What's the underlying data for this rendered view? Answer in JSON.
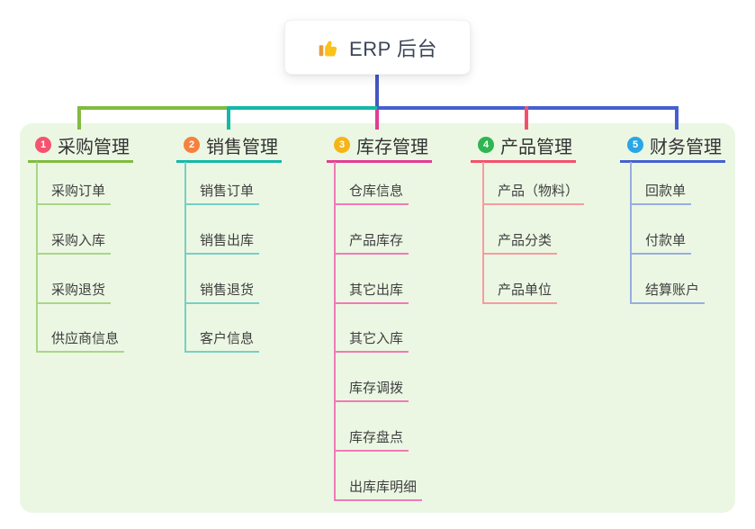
{
  "root": {
    "label": "ERP 后台",
    "icon": "thumbs-up"
  },
  "colors": {
    "canvas_bg": "#ffffff",
    "panel_bg": "#ebf7e3",
    "root_trunk": "#4356c4",
    "root_text": "#3b4558",
    "header_text": "#333333",
    "child_text": "#3f3f3f",
    "thumb_hand": "#fcc21b",
    "thumb_cuff": "#e89c3c"
  },
  "branches": [
    {
      "number": "1",
      "label": "采购管理",
      "badge_color": "#f5536e",
      "line_color": "#82bb40",
      "child_line_color": "#a9d687",
      "children": [
        "采购订单",
        "采购入库",
        "采购退货",
        "供应商信息"
      ]
    },
    {
      "number": "2",
      "label": "销售管理",
      "badge_color": "#f6813f",
      "line_color": "#14b8a8",
      "child_line_color": "#76d0c5",
      "children": [
        "销售订单",
        "销售出库",
        "销售退货",
        "客户信息"
      ]
    },
    {
      "number": "3",
      "label": "库存管理",
      "badge_color": "#f6b517",
      "line_color": "#e23d92",
      "child_line_color": "#f07ab7",
      "children": [
        "仓库信息",
        "产品库存",
        "其它出库",
        "其它入库",
        "库存调拨",
        "库存盘点",
        "出库库明细"
      ]
    },
    {
      "number": "4",
      "label": "产品管理",
      "badge_color": "#2fb551",
      "line_color": "#f4506b",
      "child_line_color": "#f89ba0",
      "children": [
        "产品（物料）",
        "产品分类",
        "产品单位"
      ]
    },
    {
      "number": "5",
      "label": "财务管理",
      "badge_color": "#2aa6e4",
      "line_color": "#4560d0",
      "child_line_color": "#97aede",
      "children": [
        "回款单",
        "付款单",
        "结算账户"
      ]
    }
  ]
}
